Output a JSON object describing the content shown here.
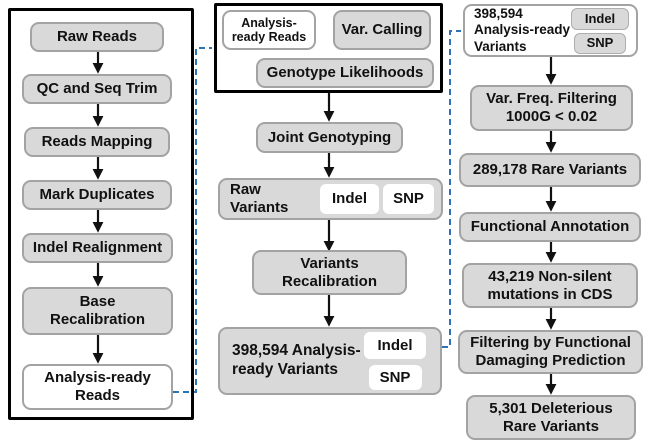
{
  "pipeline": {
    "left": {
      "steps": [
        "Raw Reads",
        "QC and Seq Trim",
        "Reads Mapping",
        "Mark Duplicates",
        "Indel Realignment",
        "Base Recalibration",
        "Analysis-ready Reads"
      ]
    },
    "middle": {
      "inputs": {
        "analysis_ready_reads": "Analysis-ready Reads",
        "var_calling": "Var. Calling",
        "genotype_likelihoods": "Genotype Likelihoods"
      },
      "joint_genotyping": "Joint Genotyping",
      "raw_variants_label": "Raw Variants",
      "indel": "Indel",
      "snp": "SNP",
      "variants_recalibration": "Variants Recalibration",
      "analysis_ready_variants_label": "398,594 Analysis-ready Variants"
    },
    "right": {
      "analysis_ready_variants_label": "398,594 Analysis-ready Variants",
      "indel": "Indel",
      "snp": "SNP",
      "steps": [
        "Var. Freq. Filtering 1000G < 0.02",
        "289,178 Rare Variants",
        "Functional Annotation",
        "43,219 Non-silent mutations in CDS",
        "Filtering by Functional Damaging Prediction",
        "5,301 Deleterious Rare Variants"
      ]
    }
  },
  "colors": {
    "background": "#ffffff",
    "box_fill": "#d9d9d9",
    "box_border": "#a3a3a3",
    "frame_border": "#000000",
    "arrow": "#111111",
    "connector_blue": "#2e74b5",
    "text": "#111111"
  }
}
